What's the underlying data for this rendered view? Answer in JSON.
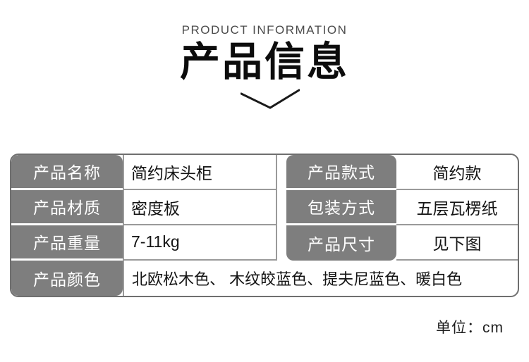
{
  "header": {
    "eyebrow": "PRODUCT INFORMATION",
    "title": "产品信息"
  },
  "icons": {
    "chevron_down": "chevron-down"
  },
  "spec_table": {
    "rows": [
      {
        "label1": "产品名称",
        "value1": "简约床头柜",
        "label2": "产品款式",
        "value2": "简约款"
      },
      {
        "label1": "产品材质",
        "value1": "密度板",
        "label2": "包装方式",
        "value2": "五层瓦楞纸"
      },
      {
        "label1": "产品重量",
        "value1": "7-11kg",
        "label2": "产品尺寸",
        "value2": "见下图"
      },
      {
        "label1": "产品颜色",
        "value_full": "北欧松木色、 木纹皎蓝色、提夫尼蓝色、暖白色"
      }
    ],
    "colors": {
      "label_bg": "#7e7e7e",
      "label_text": "#ffffff",
      "value_text": "#141414",
      "border": "#6f6f6f",
      "separator": "#9a9a9a"
    }
  },
  "footer": {
    "unit_note": "单位：cm"
  }
}
